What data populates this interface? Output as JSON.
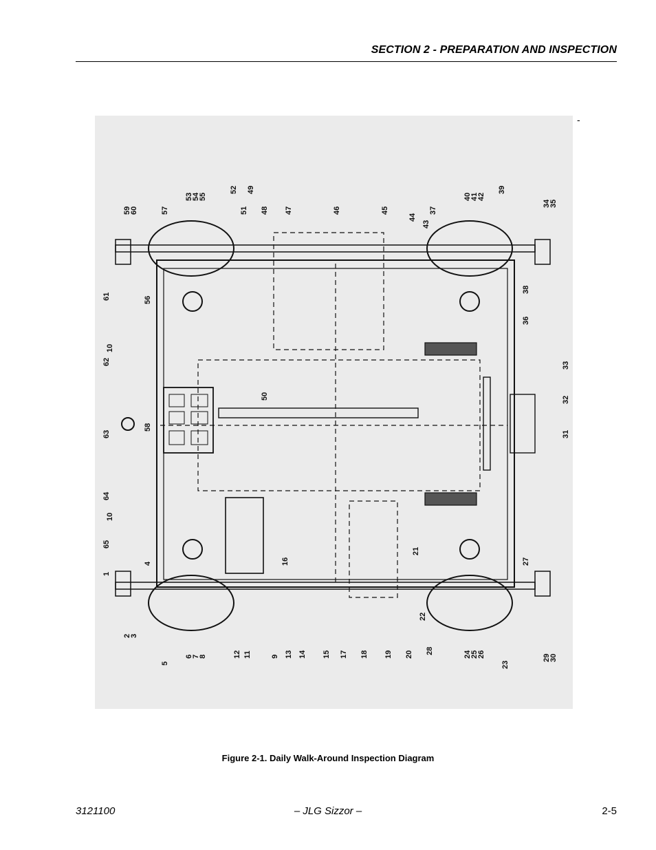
{
  "header": {
    "title": "SECTION 2 - PREPARATION AND INSPECTION"
  },
  "figure": {
    "stray_mark": "-",
    "caption": "Figure 2-1.  Daily Walk-Around Inspection Diagram",
    "callouts": [
      "1",
      "2",
      "3",
      "4",
      "5",
      "6",
      "7",
      "8",
      "9",
      "10",
      "10",
      "11",
      "12",
      "13",
      "14",
      "15",
      "16",
      "17",
      "18",
      "19",
      "20",
      "21",
      "22",
      "23",
      "24",
      "25",
      "26",
      "27",
      "28",
      "29",
      "30",
      "31",
      "32",
      "33",
      "34",
      "35",
      "36",
      "37",
      "38",
      "39",
      "40",
      "41",
      "42",
      "43",
      "44",
      "45",
      "46",
      "47",
      "48",
      "49",
      "50",
      "51",
      "52",
      "53",
      "54",
      "55",
      "56",
      "57",
      "58",
      "59",
      "60",
      "61",
      "62",
      "63",
      "64",
      "65"
    ]
  },
  "footer": {
    "doc_number": "3121100",
    "product": "– JLG Sizzor –",
    "page_number": "2-5"
  }
}
